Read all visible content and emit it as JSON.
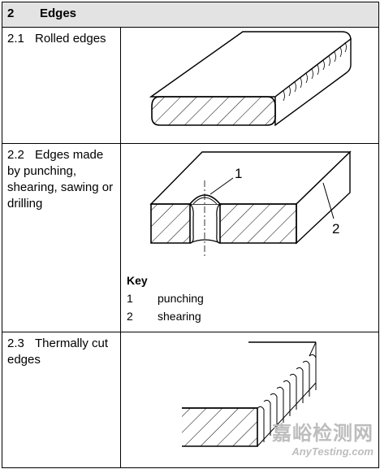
{
  "section": {
    "number": "2",
    "title": "Edges"
  },
  "rows": [
    {
      "number": "2.1",
      "title": "Rolled edges"
    },
    {
      "number": "2.2",
      "title": "Edges made by punching, shearing, sawing or drilling",
      "callouts": [
        "1",
        "2"
      ],
      "key": {
        "title": "Key",
        "items": [
          {
            "num": "1",
            "label": "punching"
          },
          {
            "num": "2",
            "label": "shearing"
          }
        ]
      }
    },
    {
      "number": "2.3",
      "title": "Thermally cut edges"
    }
  ],
  "watermark": {
    "text_cn": "嘉峪检测网",
    "text_en": "AnyTesting.com"
  }
}
